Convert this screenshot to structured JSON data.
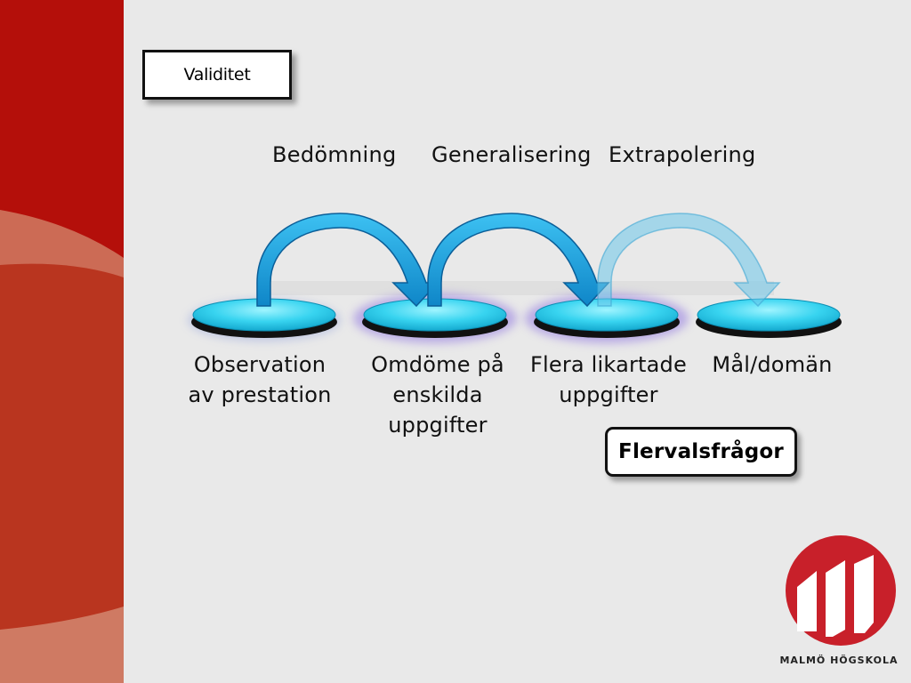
{
  "slide": {
    "title": "Validitet",
    "callout": "Flervalsfrågor"
  },
  "stages": [
    {
      "label": "Bedömning"
    },
    {
      "label": "Generalisering"
    },
    {
      "label": "Extrapolering"
    }
  ],
  "nodes": [
    {
      "lines": [
        "Observation",
        "av prestation"
      ]
    },
    {
      "lines": [
        "Omdöme på",
        "enskilda",
        "uppgifter"
      ]
    },
    {
      "lines": [
        "Flera likartade",
        "uppgifter"
      ]
    },
    {
      "lines": [
        "Mål/domän"
      ]
    }
  ],
  "logo": {
    "text": "MALMÖ HÖGSKOLA",
    "color": "#c8202a"
  },
  "colors": {
    "sidebar_dark": "#b40f0a",
    "sidebar_mid": "#c0392b",
    "sidebar_light": "#d4775e",
    "node_fill": "#38d4f0",
    "arrow": "#1aa3e0"
  }
}
